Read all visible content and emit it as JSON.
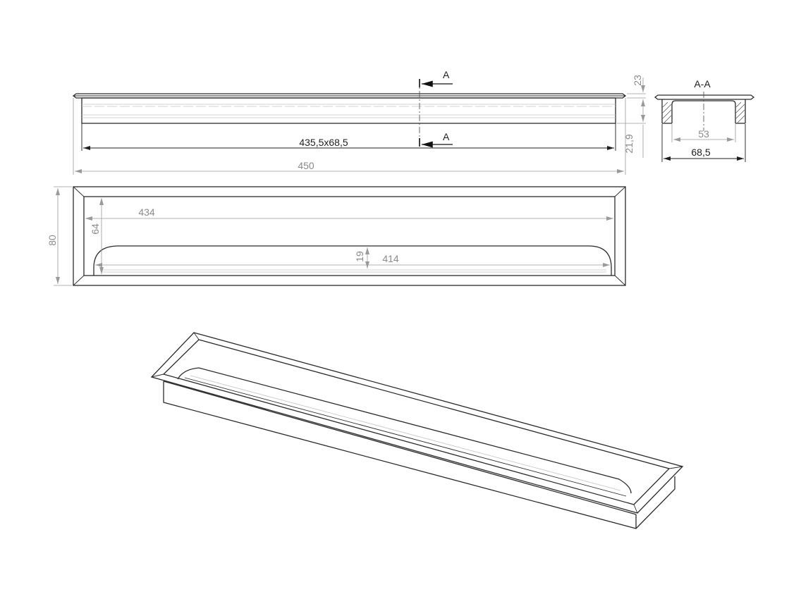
{
  "section": {
    "marker_top": "A",
    "marker_bottom": "A",
    "title": "A-A"
  },
  "dimensions": {
    "cutout": "435,5x68,5",
    "top_height": "23",
    "body_height": "21,9",
    "inner_width": "53",
    "outer_width": "68,5",
    "overall_length": "450",
    "overall_width": "80",
    "inner_length": "434",
    "inner_depth": "64",
    "channel_length": "414",
    "channel_width": "19"
  },
  "colors": {
    "line": "#2b2b2b",
    "dimension_grey": "#9a9a9a",
    "dimension_dark": "#1e1e1e"
  }
}
